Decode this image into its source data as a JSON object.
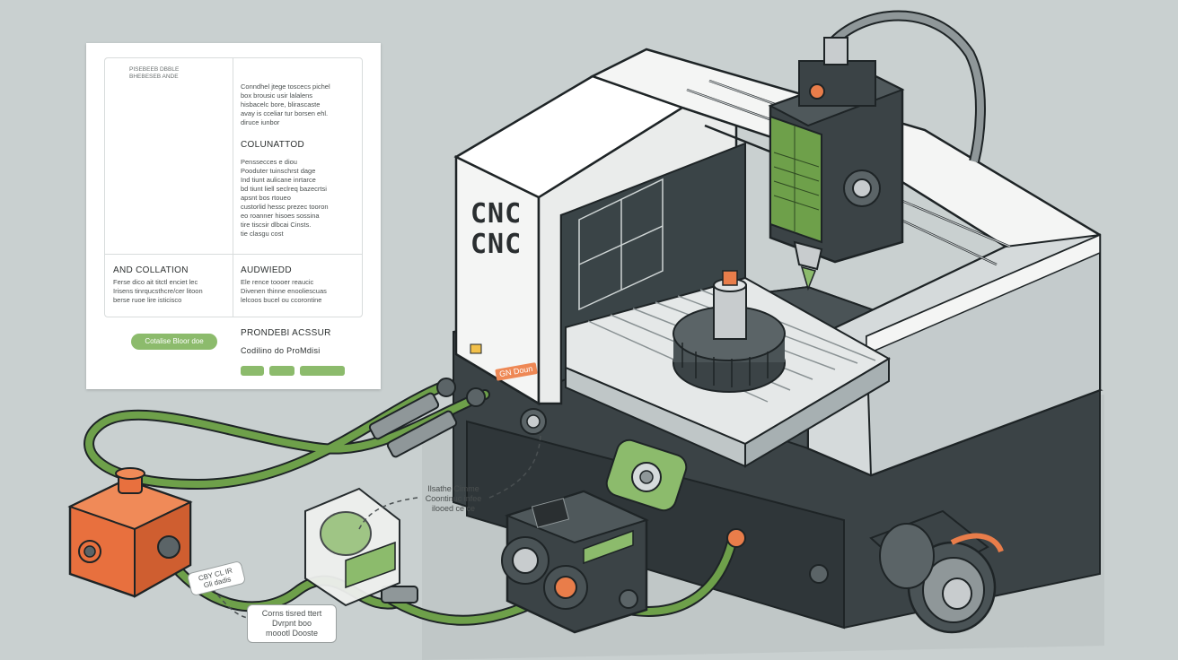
{
  "panel": {
    "title_lines": [
      "PISEBEEB DBBLE",
      "BHEBESEB ANDE"
    ],
    "intro": [
      "Conndhel jtege toscecs pichel",
      "box brousic usir lalalens",
      "hisbacelc bore, blirascaste",
      "avay is cceliar tur borsen ehl.",
      "diruce iunbor"
    ],
    "section1_heading": "COLUNATTOD",
    "section1_body": [
      "Penssecces e diou",
      "Pooduter tuinschrst dage",
      "Ind tiunt aulicane inrtarce",
      "bd tiunt liell seclreq bazecrtsi",
      "apsnt bos rtoueo",
      "custorlid hessc prezec tooron",
      "eo roanner hisoes sossina",
      "tire tiscsir dlbcai Cinsts.",
      "tie clasgu cost"
    ],
    "section2_heading": "AND COLLATION",
    "section2_body": [
      "Ferse dico ait titctl enciet lec",
      "Irisens tinrqucsthcre/cer litoon",
      "berse ruoe lire isticisco"
    ],
    "section3_heading": "AUDWIEDD",
    "section3_body": [
      "Ele rence toooer reaucic",
      "Divenen thinne enooliescuas",
      "lelcoos bucel ou ccorontine"
    ],
    "pill_label": "Cotalise Bloor doe",
    "section4_heading": "PRONDEBI ACSSUR",
    "section4_sub": "Codilino do ProMdisi"
  },
  "machine": {
    "brand_lines": [
      "CNC",
      "CNC"
    ],
    "warning_label": "GN Doun"
  },
  "callouts": {
    "upper": [
      "Ilsathe Cimme",
      "Coontinuc infee",
      "ilooed ce ce"
    ],
    "lower": [
      "Corns tisred ttert",
      "Dvrpnt boo",
      "moootl Dooste"
    ],
    "tag": [
      "CBY CL IR",
      "Gli dadis"
    ]
  },
  "colors": {
    "background": "#c9d0d0",
    "machine_dark": "#3b4346",
    "machine_white": "#f4f5f4",
    "accent_green": "#8cbb6c",
    "pump_orange": "#e8703e",
    "cable_green": "#6ea04a"
  }
}
